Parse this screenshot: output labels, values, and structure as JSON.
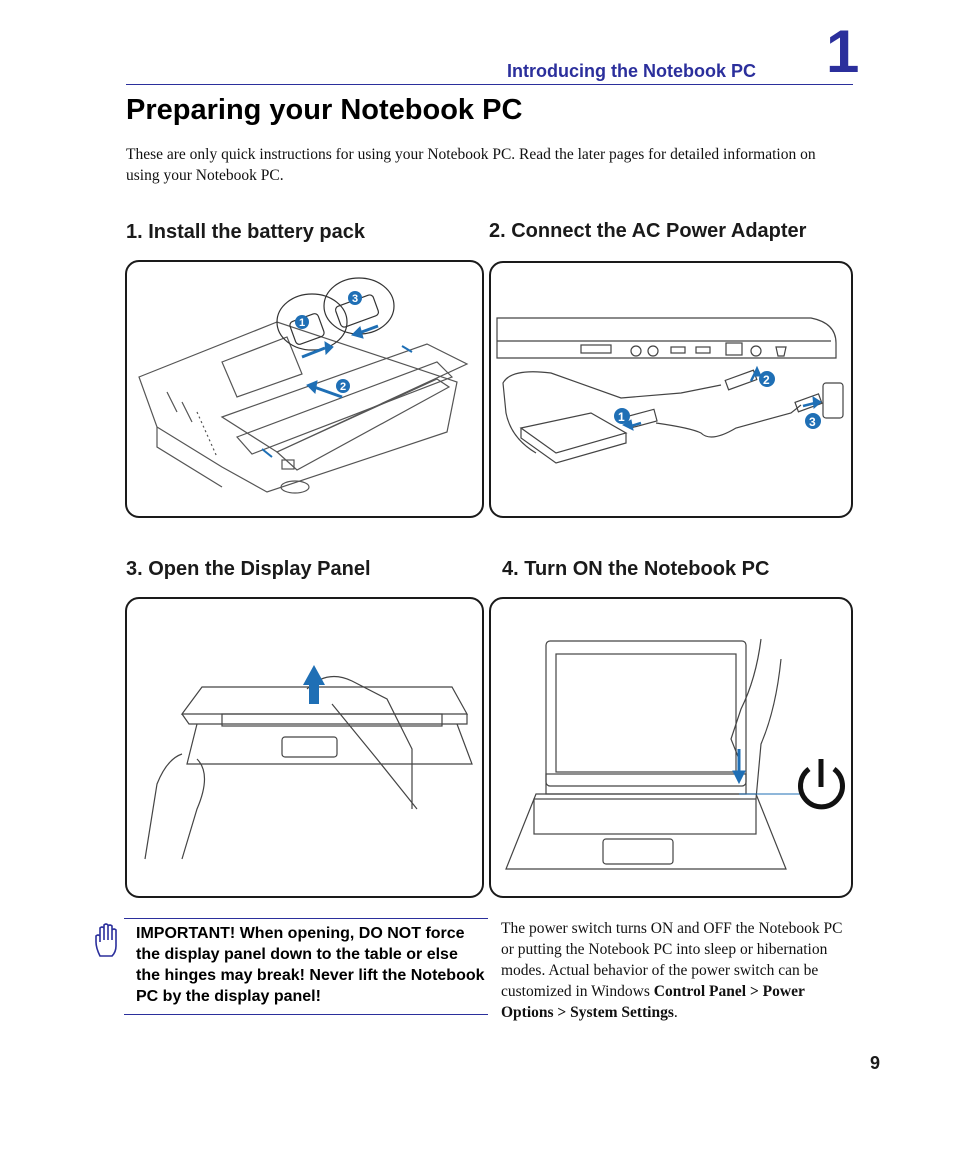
{
  "header": {
    "section_title": "Introducing the Notebook PC",
    "chapter_number": "1"
  },
  "page_title": "Preparing your Notebook PC",
  "intro": "These are only quick instructions for using your Notebook PC. Read the later pages for detailed information on using your Notebook PC.",
  "steps": [
    {
      "heading": "1. Install the battery pack",
      "callouts": [
        "1",
        "2",
        "3"
      ]
    },
    {
      "heading": "2. Connect the AC Power Adapter",
      "callouts": [
        "1",
        "2",
        "3"
      ]
    },
    {
      "heading": "3. Open the Display Panel"
    },
    {
      "heading": "4. Turn ON the Notebook PC"
    }
  ],
  "important": {
    "text": "IMPORTANT!  When opening, DO NOT force the display panel down to the table or else the hinges may break! Never lift the Notebook PC by the display panel!",
    "icon": "hand-stop-icon"
  },
  "power_note": {
    "text": "The power switch turns ON and OFF the Notebook PC or putting the Notebook PC into sleep or hibernation modes. Actual behavior of the power switch can be customized in Windows ",
    "bold_path": "Control Panel > Power Options > System Settings",
    "end": "."
  },
  "page_number": "9",
  "colors": {
    "accent": "#2b2f9c",
    "arrow": "#1f6fb5",
    "callout": "#1f6fb5"
  }
}
